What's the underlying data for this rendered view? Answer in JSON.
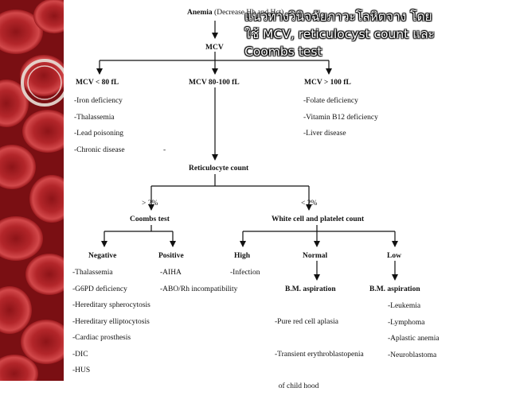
{
  "title": {
    "line1": "แนวทางวินิจฉัยภาวะโลหิตจาง โดย",
    "line2": "ใช้ MCV, reticulocyst count และ",
    "line3": "Coombs test"
  },
  "nodes": {
    "anemia_bold": "Anemia",
    "anemia_rest": " (Decrease Hb and Hct)",
    "mcv": "MCV",
    "mcv_low": "MCV < 80 fL",
    "mcv_mid": "MCV 80-100 fL",
    "mcv_high": "MCV > 100 fL",
    "retic": "Reticulocyte count",
    "gt2": "> 2%",
    "lt2": "< 2%",
    "coombs": "Coombs test",
    "wbc_plt": "White cell and platelet count",
    "negative": "Negative",
    "positive": "Positive",
    "high": "High",
    "normal": "Normal",
    "low": "Low",
    "bm_normal": "B.M. aspiration",
    "bm_low": "B.M. aspiration",
    "dash": "-"
  },
  "lists": {
    "low_mcv": [
      "-Iron deficiency",
      "-Thalassemia",
      "-Lead poisoning",
      "-Chronic disease"
    ],
    "high_mcv": [
      "-Folate deficiency",
      "-Vitamin B12 deficiency",
      "-Liver disease"
    ],
    "negative": [
      "-Thalassemia",
      "-G6PD deficiency",
      "-Hereditary spherocytosis",
      "-Hereditary elliptocytosis",
      "-Cardiac prosthesis",
      "-DIC",
      "-HUS"
    ],
    "positive": [
      "-AIHA",
      "-ABO/Rh incompatibility"
    ],
    "high": [
      "-Infection"
    ],
    "normal": [
      "-Pure red cell aplasia",
      "-Transient erythroblastopenia",
      "  of child hood"
    ],
    "low": [
      "-Leukemia",
      "-Lymphoma",
      "-Aplastic anemia",
      "-Neuroblastoma"
    ]
  }
}
